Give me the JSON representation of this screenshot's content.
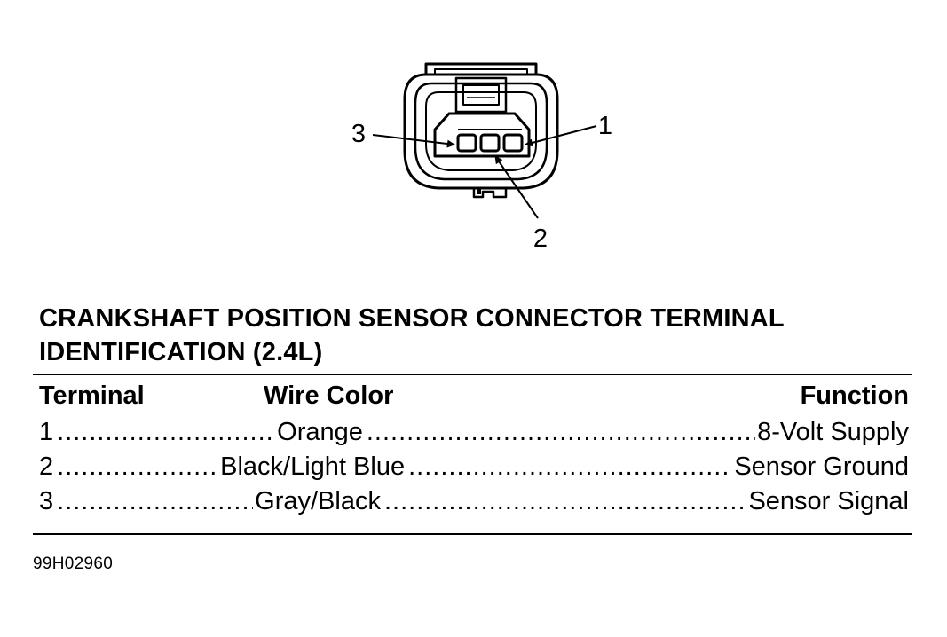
{
  "diagram": {
    "callouts": [
      "3",
      "1",
      "2"
    ]
  },
  "title": {
    "line1": "CRANKSHAFT POSITION SENSOR CONNECTOR TERMINAL",
    "line2": "IDENTIFICATION (2.4L)"
  },
  "table": {
    "headers": {
      "terminal": "Terminal",
      "wire_color": "Wire Color",
      "function": "Function"
    },
    "rows": [
      {
        "terminal": "1",
        "wire_color": "Orange",
        "function": "8-Volt Supply"
      },
      {
        "terminal": "2",
        "wire_color": "Black/Light Blue",
        "function": "Sensor Ground"
      },
      {
        "terminal": "3",
        "wire_color": "Gray/Black",
        "function": "Sensor Signal"
      }
    ]
  },
  "figure_id": "99H02960",
  "colors": {
    "ink": "#000000",
    "background": "#ffffff"
  }
}
